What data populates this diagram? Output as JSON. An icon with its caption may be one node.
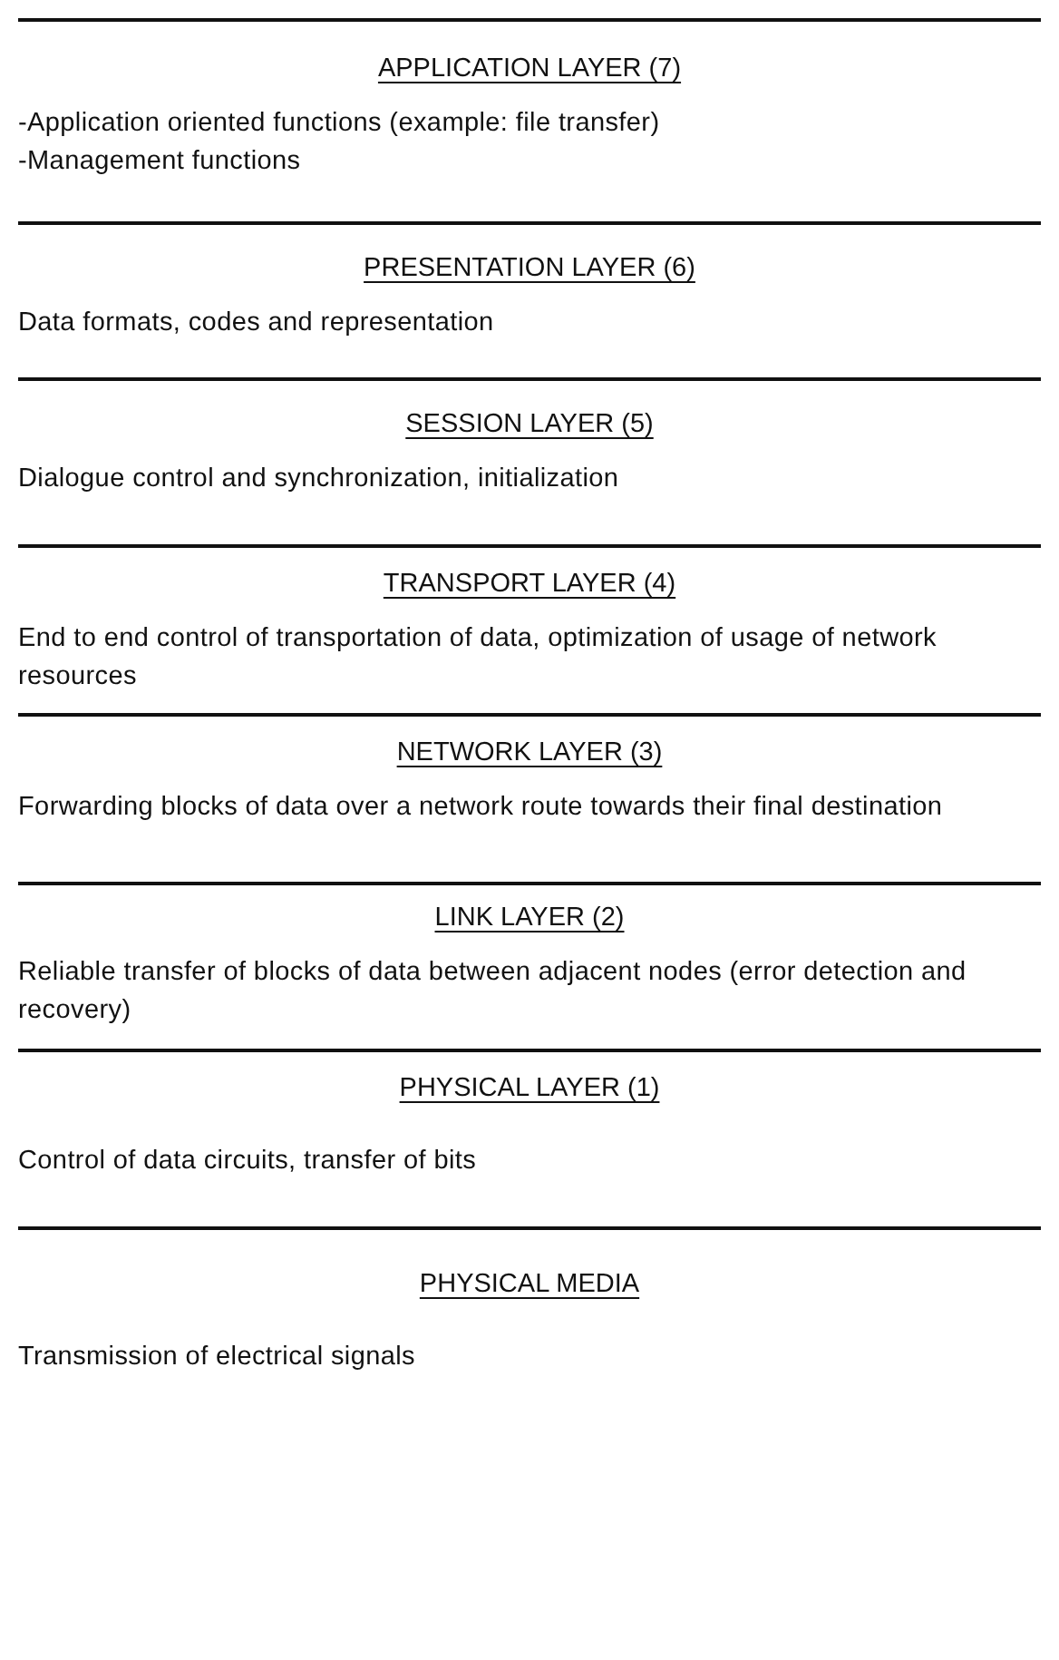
{
  "diagram": {
    "nodes": [
      {
        "text": [
          "APPLICATION LAYER (7)",
          "-Application oriented functions (example: file transfer)",
          "-Management functions"
        ]
      },
      {
        "text": [
          "PRESENTATION LAYER (6)",
          "Data formats, codes and representation"
        ]
      },
      {
        "text": [
          "SESSION LAYER (5)",
          "Dialogue control and synchronization, initialization"
        ]
      },
      {
        "text": [
          "TRANSPORT LAYER (4)",
          "End to end control of transportation of data, optimization of usage of network resources"
        ]
      },
      {
        "text": [
          "NETWORK LAYER (3)",
          "Forwarding blocks of data over a network route towards their final destination"
        ]
      },
      {
        "text": [
          "LINK LAYER (2)",
          "Reliable transfer of blocks of data between adjacent nodes (error detection and recovery)"
        ]
      },
      {
        "text": [
          "PHYSICAL LAYER (1)",
          "Control of data circuits, transfer of bits"
        ]
      },
      {
        "text": [
          "PHYSICAL MEDIA",
          "Transmission of electrical signals"
        ]
      }
    ]
  }
}
